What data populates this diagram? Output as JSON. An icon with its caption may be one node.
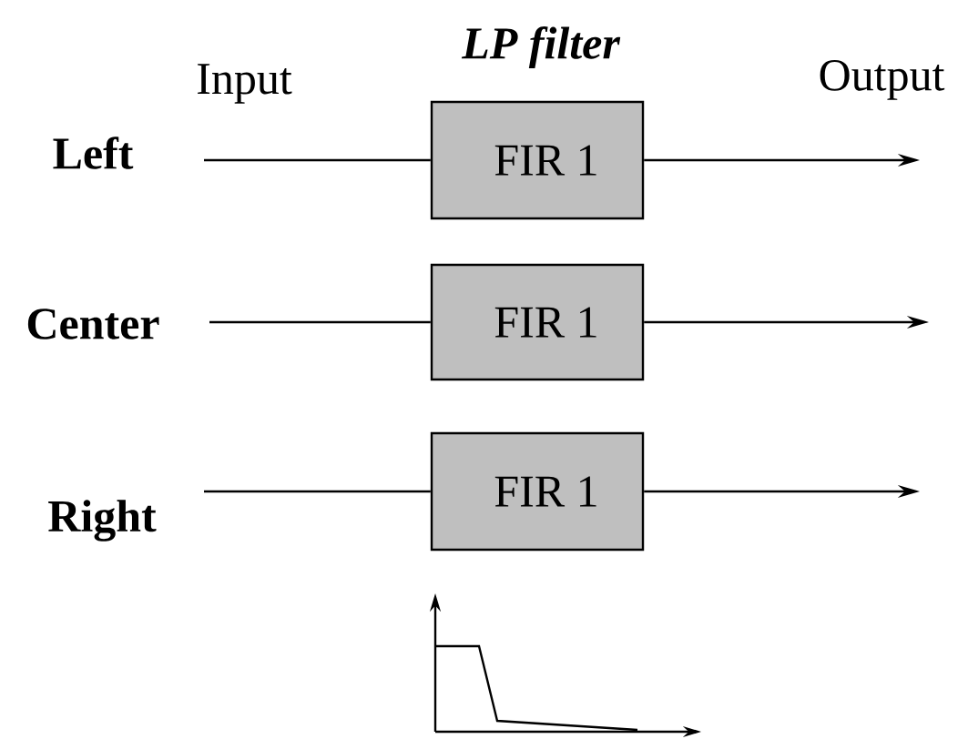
{
  "diagram": {
    "title": "LP filter",
    "nodes": [
      {
        "text": [
          "FIR 1"
        ]
      },
      {
        "text": [
          "FIR 1"
        ]
      },
      {
        "text": [
          "FIR 1"
        ]
      }
    ],
    "edges": [
      {
        "from": null,
        "to": 0,
        "arrow": "none"
      },
      {
        "from": 0,
        "to": null,
        "arrow": "to"
      },
      {
        "from": null,
        "to": 1,
        "arrow": "none"
      },
      {
        "from": 1,
        "to": null,
        "arrow": "to"
      },
      {
        "from": null,
        "to": 2,
        "arrow": "none"
      },
      {
        "from": 2,
        "to": null,
        "arrow": "to"
      }
    ],
    "labels": [
      "Input",
      "Output",
      "Left",
      "Center",
      "Right"
    ]
  }
}
